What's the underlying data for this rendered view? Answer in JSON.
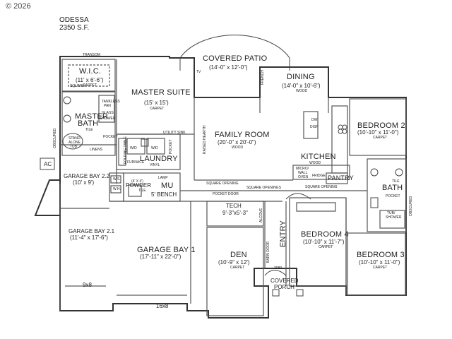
{
  "copyright": "© 2026",
  "plan": {
    "name": "ODESSA",
    "area": "2350 S.F."
  },
  "rooms": {
    "covered_patio": {
      "label": "COVERED PATIO",
      "dims": "(14'-0\" x 12'-0\")"
    },
    "dining": {
      "label": "DINING",
      "dims": "(14'-0\" x 10'-6\")",
      "floor": "WOOD"
    },
    "wic": {
      "label": "W.I.C.",
      "dims": "(11' x 6'-6\")",
      "floor": "CARPET"
    },
    "master_suite": {
      "label": "MASTER SUITE",
      "dims": "(15' x 15')",
      "floor": "CARPET"
    },
    "master_bath": {
      "label1": "MASTER",
      "label2": "BATH",
      "floor": "TILE"
    },
    "family_room": {
      "label": "FAMILY ROOM",
      "dims": "(20'-0\" x 20'-0\")",
      "floor": "WOOD"
    },
    "kitchen": {
      "label": "KITCHEN",
      "floor": "WOOD"
    },
    "pantry": {
      "label": "PANTRY"
    },
    "bedroom2": {
      "label": "BEDROOM 2",
      "dims": "(10'-10\" x 11'-0\")",
      "floor": "CARPET"
    },
    "bath": {
      "label": "BATH",
      "floor": "TILE"
    },
    "laundry": {
      "label": "LAUNDRY",
      "floor": "VINYL"
    },
    "mu": {
      "label": "MU"
    },
    "powder": {
      "label": "POWDER",
      "floor": "TILE"
    },
    "garage22": {
      "label": "GARAGE BAY 2.2",
      "dims": "(10' x 9')"
    },
    "garage21": {
      "label": "GARAGE BAY 2.1",
      "dims": "(11'-4\" x 17'-6\")"
    },
    "garage1": {
      "label": "GARAGE BAY 1",
      "dims": "(17'-11\" x 22'-0\")"
    },
    "tech": {
      "label": "TECH",
      "dims": "9'-3\"x5'-3\""
    },
    "den": {
      "label": "DEN",
      "dims": "(10'-9\" x 12')",
      "floor": "CARPET"
    },
    "entry": {
      "label": "ENTRY"
    },
    "bedroom4": {
      "label": "BEDROOM 4",
      "dims": "(10'-10\" x 11'-7\")",
      "floor": "CARPET"
    },
    "bedroom3": {
      "label": "BEDROOM 3",
      "dims": "(10'-10\" x 11'-0\")",
      "floor": "CARPET"
    },
    "covered_porch": {
      "label1": "COVERED",
      "label2": "PORCH"
    }
  },
  "notes": {
    "transom": "TRANSOM",
    "square": "SQUARE",
    "tankless": "TANKLESS",
    "pan": "PAN",
    "glass": "GLASS",
    "shower": "SHOWER",
    "stand_alone": "STAND-",
    "alone": "ALONE",
    "tub": "TUB",
    "pocket": "POCKET",
    "linens": "LINENS",
    "wd1": "W/D",
    "wd2": "W/D",
    "folding_table": "FOLDING TABLE",
    "utility_sink": "UTILITY SINK",
    "pocket_2": "POCKET",
    "raised_hearth": "RAISED HEARTH",
    "tv": "TV",
    "french": "FRENCH",
    "pocket_door": "POCKET DOOR",
    "square_opening": "SQUARE OPENING",
    "square_openings": "SQUARE OPENINGS",
    "square_opening_2": "SQUARE OPENING",
    "dw": "DW",
    "disp": "DISP",
    "micro": "MICRO/",
    "wall_oven": "WALL",
    "oven": "OVEN",
    "fridge": "FRIDGE",
    "furnace": "FURNACE",
    "ws": "W.S.",
    "wh": "W.H.",
    "bench": "5' BENCH",
    "obscured_left": "OBSCURED",
    "obscured_right": "OBSCURED",
    "ac": "AC",
    "pocket_bath": "POCKET",
    "tub_shower": "TUB/",
    "shower2": "SHOWER",
    "alcove": "ALCOVE",
    "barn_door": "BARN DOOR",
    "door_3080": "3080",
    "door_9x8": "9x8",
    "door_16x8": "16x8",
    "lamp": "LAMP",
    "four_by_four": "(4' X 4')"
  }
}
